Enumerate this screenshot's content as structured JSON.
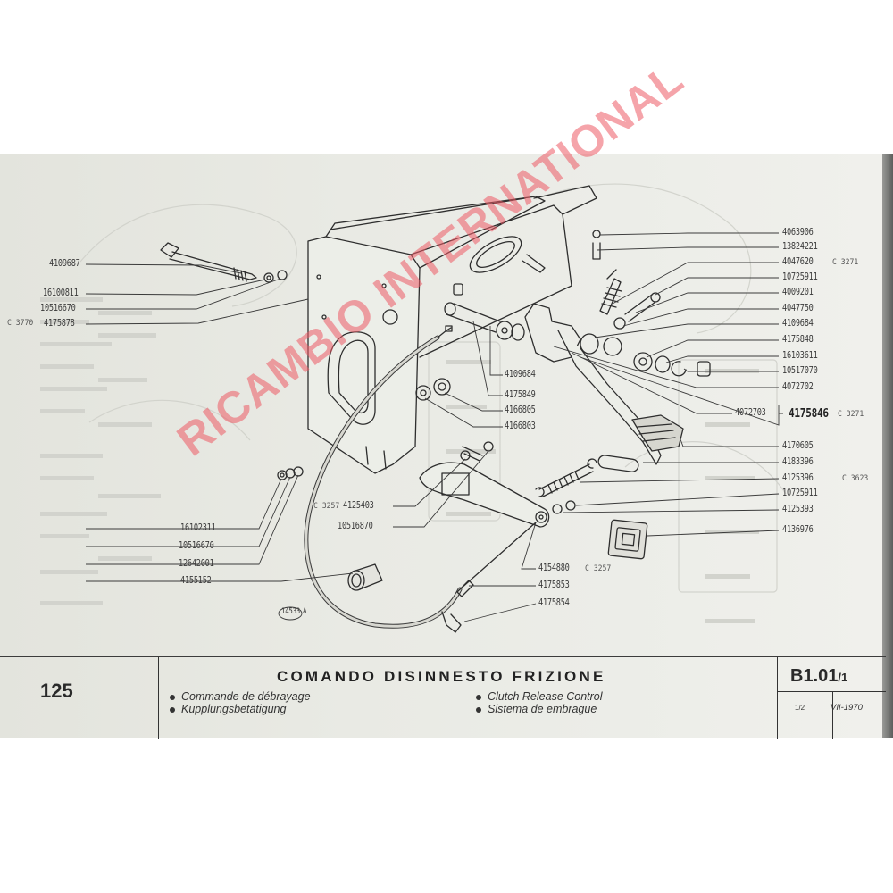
{
  "catalog_page": {
    "page_number": "125",
    "title_it": "COMANDO DISINNESTO FRIZIONE",
    "subtitles": [
      {
        "lang": "fr",
        "text": "Commande de débrayage"
      },
      {
        "lang": "de",
        "text": "Kupplungsbetätigung"
      },
      {
        "lang": "en",
        "text": "Clutch Release Control"
      },
      {
        "lang": "es",
        "text": "Sistema de embrague"
      }
    ],
    "section_code": "B1.01",
    "section_suffix": "/1",
    "sheet": "1/2",
    "date": "VII-1970",
    "figure_ref": "14533",
    "figure_ref_suffix": "A",
    "watermark": "RICAMBIO INTERNATIONAL",
    "watermark_color": "#ec5a64"
  },
  "labels_left": [
    {
      "part": "4109687",
      "note": ""
    },
    {
      "part": "16100811",
      "note": ""
    },
    {
      "part": "10516670",
      "note": ""
    },
    {
      "part": "4175878",
      "note": "C 3770"
    },
    {
      "part": "16102311",
      "note": ""
    },
    {
      "part": "10516670",
      "note": ""
    },
    {
      "part": "12642001",
      "note": ""
    },
    {
      "part": "4155152",
      "note": ""
    }
  ],
  "labels_center": [
    {
      "part": "4109684",
      "note": ""
    },
    {
      "part": "4175849",
      "note": ""
    },
    {
      "part": "4166805",
      "note": ""
    },
    {
      "part": "4166803",
      "note": ""
    },
    {
      "part": "4125403",
      "note": "C 3257"
    },
    {
      "part": "10516870",
      "note": ""
    },
    {
      "part": "4154880",
      "note": "C 3257"
    },
    {
      "part": "4175853",
      "note": ""
    },
    {
      "part": "4175854",
      "note": ""
    }
  ],
  "labels_right": [
    {
      "part": "4063906",
      "note": ""
    },
    {
      "part": "13824221",
      "note": ""
    },
    {
      "part": "4047620",
      "note": "C 3271"
    },
    {
      "part": "10725911",
      "note": ""
    },
    {
      "part": "4009201",
      "note": ""
    },
    {
      "part": "4047750",
      "note": ""
    },
    {
      "part": "4109684",
      "note": ""
    },
    {
      "part": "4175848",
      "note": ""
    },
    {
      "part": "16103611",
      "note": ""
    },
    {
      "part": "10517070",
      "note": ""
    },
    {
      "part": "4072702",
      "note": ""
    },
    {
      "part": "4072703",
      "note": ""
    },
    {
      "part": "4175846",
      "note": "C 3271"
    },
    {
      "part": "4170605",
      "note": ""
    },
    {
      "part": "4183396",
      "note": ""
    },
    {
      "part": "4125396",
      "note": "C 3623"
    },
    {
      "part": "10725911",
      "note": ""
    },
    {
      "part": "4125393",
      "note": ""
    },
    {
      "part": "4136976",
      "note": ""
    }
  ],
  "colors": {
    "paper": "#e9eae4",
    "ink": "#3a3a3a",
    "watermark": "#ec5a64"
  }
}
